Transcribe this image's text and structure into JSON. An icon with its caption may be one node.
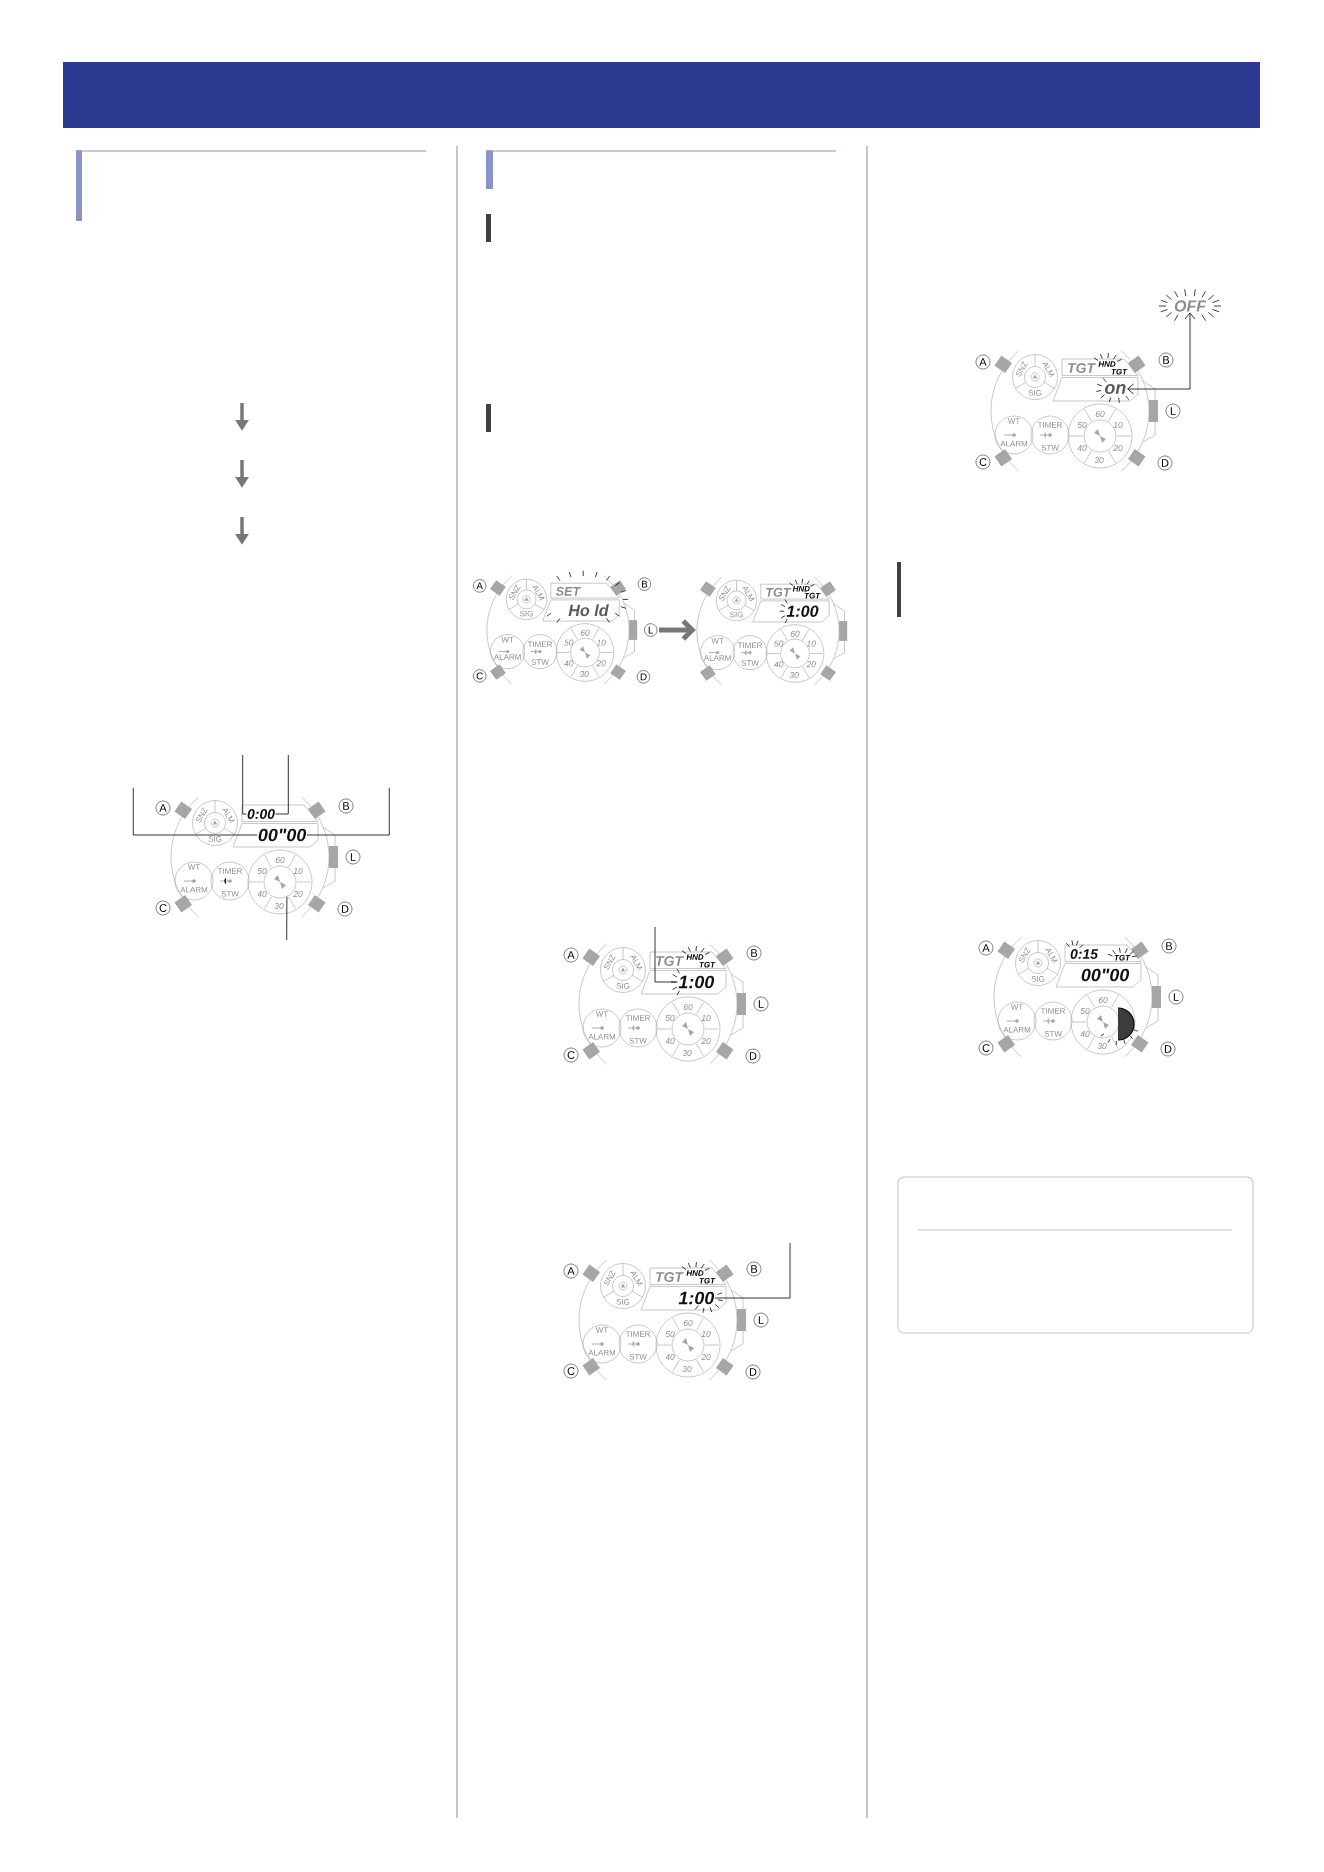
{
  "diagram": {
    "nodes": [
      {
        "text": [
          "0:00"
        ]
      },
      {
        "text": [
          "00\"00"
        ]
      },
      {
        "text": [],
        "shape": "circle"
      },
      {
        "text": [],
        "shape": "picture"
      },
      {
        "text": [],
        "shape": "picture"
      },
      {
        "text": [
          "1:00"
        ]
      },
      {
        "text": [
          "1:00"
        ]
      },
      {
        "text": [
          "OFF"
        ]
      },
      {
        "text": [
          "on"
        ]
      }
    ],
    "edges": [
      {
        "from": null,
        "to": 0,
        "arrow": "none"
      },
      {
        "from": null,
        "to": 0,
        "arrow": "none"
      },
      {
        "from": null,
        "to": 1,
        "arrow": "none"
      },
      {
        "from": null,
        "to": 1,
        "arrow": "none"
      },
      {
        "from": null,
        "to": 2,
        "arrow": "none"
      },
      {
        "from": 3,
        "to": 4,
        "arrow": "to",
        "style": "thick",
        "color": "#787878"
      },
      {
        "from": null,
        "to": 5,
        "arrow": "none"
      },
      {
        "from": null,
        "to": 6,
        "arrow": "none"
      },
      {
        "from": 8,
        "to": 7,
        "arrow": "both"
      }
    ],
    "labels": [
      "A",
      "B",
      "L",
      "C",
      "D",
      "SNZ",
      "ALM",
      "SIG",
      "WT",
      "TIMER",
      "ALARM",
      "STW",
      "60",
      "10",
      "20",
      "30",
      "40",
      "50",
      "A",
      "B",
      "L",
      "C",
      "D",
      "SET",
      "Ho ld",
      "SNZ",
      "ALM",
      "SIG",
      "WT",
      "TIMER",
      "ALARM",
      "STW",
      "60",
      "10",
      "20",
      "30",
      "40",
      "50",
      "TGT",
      "HND",
      "TGT",
      "1:00",
      "SNZ",
      "ALM",
      "SIG",
      "WT",
      "TIMER",
      "ALARM",
      "STW",
      "60",
      "10",
      "20",
      "30",
      "40",
      "50",
      "A",
      "B",
      "L",
      "C",
      "D",
      "TGT",
      "HND",
      "TGT",
      "SNZ",
      "ALM",
      "SIG",
      "WT",
      "TIMER",
      "ALARM",
      "STW",
      "60",
      "10",
      "20",
      "30",
      "40",
      "50",
      "A",
      "B",
      "L",
      "C",
      "D",
      "TGT",
      "HND",
      "TGT",
      "SNZ",
      "ALM",
      "SIG",
      "WT",
      "TIMER",
      "ALARM",
      "STW",
      "60",
      "10",
      "20",
      "30",
      "40",
      "50",
      "A",
      "B",
      "L",
      "C",
      "D",
      "TGT",
      "HND",
      "TGT",
      "SNZ",
      "ALM",
      "SIG",
      "WT",
      "TIMER",
      "ALARM",
      "STW",
      "60",
      "10",
      "20",
      "30",
      "40",
      "50",
      "A",
      "B",
      "L",
      "C",
      "D",
      "0:15",
      "TGT",
      "00\"00",
      "SNZ",
      "ALM",
      "SIG",
      "WT",
      "TIMER",
      "ALARM",
      "STW",
      "60",
      "50",
      "40",
      "30"
    ]
  }
}
